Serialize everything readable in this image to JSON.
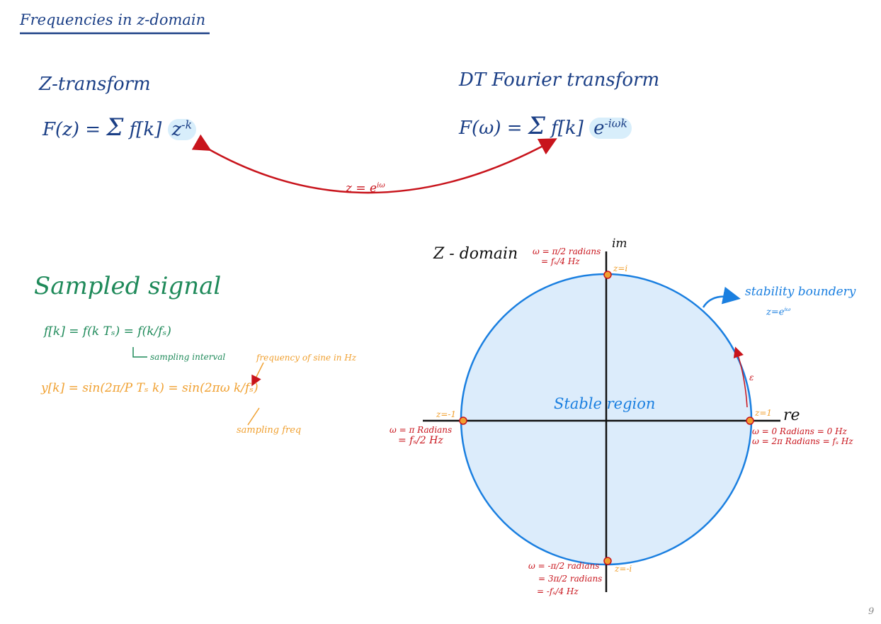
{
  "page_title": "Frequencies in z-domain",
  "page_number": "9",
  "ztransform": {
    "heading": "Z-transform",
    "formula_lhs": "F(z) = ",
    "sum": "Σ",
    "formula_body": "f[k] ",
    "formula_power": "z",
    "formula_exp": "-k"
  },
  "dtft": {
    "heading": "DT Fourier transform",
    "formula_lhs": "F(ω) = ",
    "sum": "Σ",
    "formula_body": "f[k] ",
    "formula_power": "e",
    "formula_exp": "-iωk"
  },
  "mapping": {
    "base": "z = e",
    "exp": "iω"
  },
  "sampled": {
    "heading": "Sampled signal",
    "eq1": "f[k] = f(k Tₛ) = f(k/fₛ)",
    "note_interval": "sampling interval",
    "eq2": "y[k] = sin(2π/P Tₛ k) = sin(2πω k/fₛ)",
    "note_freq": "frequency of sine in Hz",
    "note_sampfreq": "sampling freq"
  },
  "zdomain": {
    "heading": "Z - domain",
    "axis_im": "im",
    "axis_re": "re",
    "region": "Stable region",
    "stability_label": "stability boundery",
    "stability_base": "z=e",
    "stability_exp": "iω",
    "arc_label": "ε",
    "points": {
      "top_z": "z=i",
      "top_w1": "ω = π/2 radians",
      "top_w2": "= fₛ/4 Hz",
      "right_z": "z=1",
      "right_w1": "ω = 0 Radians = 0 Hz",
      "right_w2": "ω = 2π Radians = fₛ Hz",
      "left_z": "z=-1",
      "left_w1": "ω = π Radians",
      "left_w2": "= fₛ/2 Hz",
      "bottom_z": "z=-i",
      "bottom_w1": "ω = -π/2 radians",
      "bottom_w2": "= 3π/2 radians",
      "bottom_w3": "= -fₛ/4 Hz"
    }
  },
  "colors": {
    "navy": "#1b3f86",
    "blue": "#1a7fe0",
    "red": "#c8141c",
    "orange": "#f0a030",
    "green": "#1f8a5a",
    "fill": "#dcecfb"
  }
}
